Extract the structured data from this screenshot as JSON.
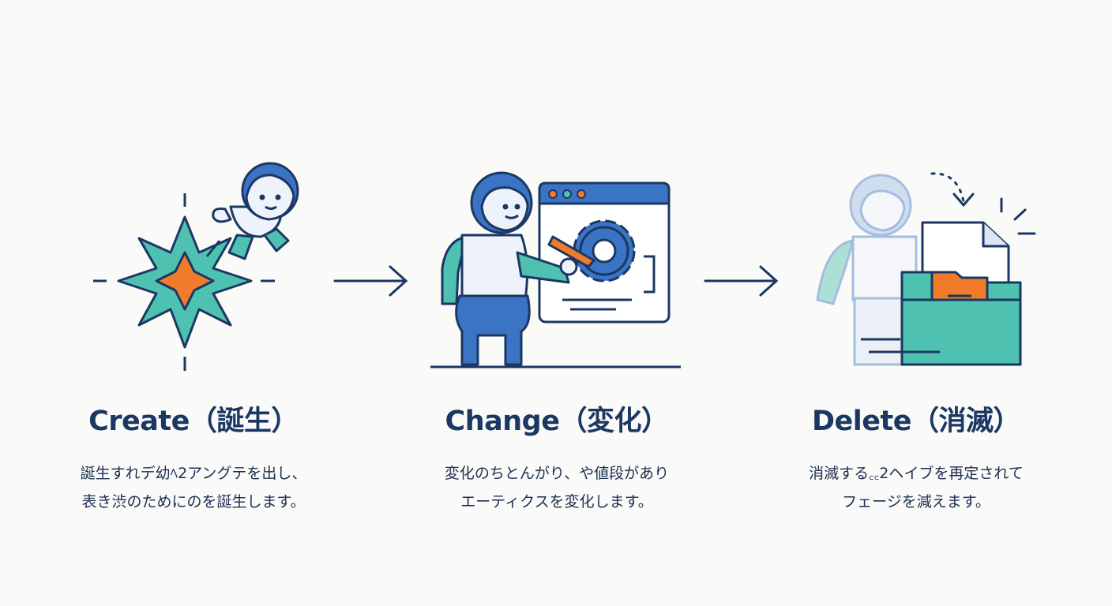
{
  "steps": [
    {
      "title": "Create（誕生）",
      "lines": [
        "誕生すれデ幼ﾍ2アングテを出し、",
        "表き渋のためにのを誕生します。"
      ],
      "icon": "star-burst-person-icon"
    },
    {
      "title": "Change（変化）",
      "lines": [
        "変化のちとんがり、や値段があり",
        "エーティクスを変化します。"
      ],
      "icon": "person-editing-settings-icon"
    },
    {
      "title": "Delete（消滅）",
      "lines": [
        "消滅する꜀꜀2ヘイブを再定されて",
        "フェージを減えます。"
      ],
      "icon": "fading-person-folder-icon"
    }
  ],
  "colors": {
    "navy": "#1b3763",
    "blue": "#3b74c4",
    "teal": "#4fc1b0",
    "orange": "#f07c2a",
    "light": "#eef3fb"
  }
}
